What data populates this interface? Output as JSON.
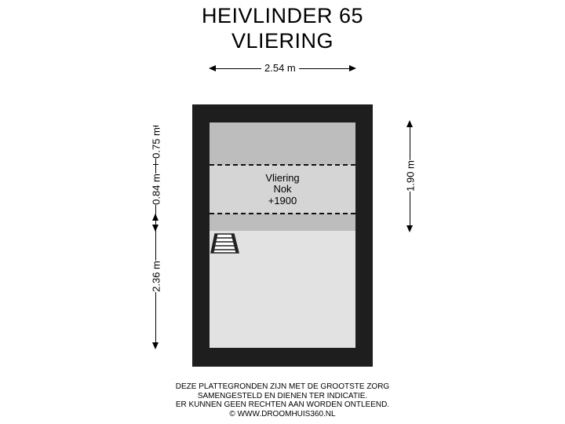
{
  "header": {
    "address": "HEIVLINDER 65",
    "floor": "VLIERING"
  },
  "dimensions": {
    "width_top": "2.54 m",
    "left_upper": "0.75 m",
    "left_middle": "0.84 m",
    "left_lower": "2.36 m",
    "right": "1.90 m"
  },
  "room": {
    "name": "Vliering",
    "sub": "Nok",
    "height": "+1900"
  },
  "footer": {
    "line1": "DEZE PLATTEGRONDEN ZIJN MET DE GROOTSTE ZORG",
    "line2": "SAMENGESTELD EN DIENEN TER INDICATIE.",
    "line3": "ER KUNNEN GEEN RECHTEN AAN WORDEN ONTLEEND.",
    "line4": "© WWW.DROOMHUIS360.NL"
  },
  "colors": {
    "wall": "#1e1e1e",
    "sloped_top": "#bdbdbd",
    "nok_zone": "#d5d5d5",
    "sloped_band": "#bdbdbd",
    "floor": "#e2e2e2"
  }
}
